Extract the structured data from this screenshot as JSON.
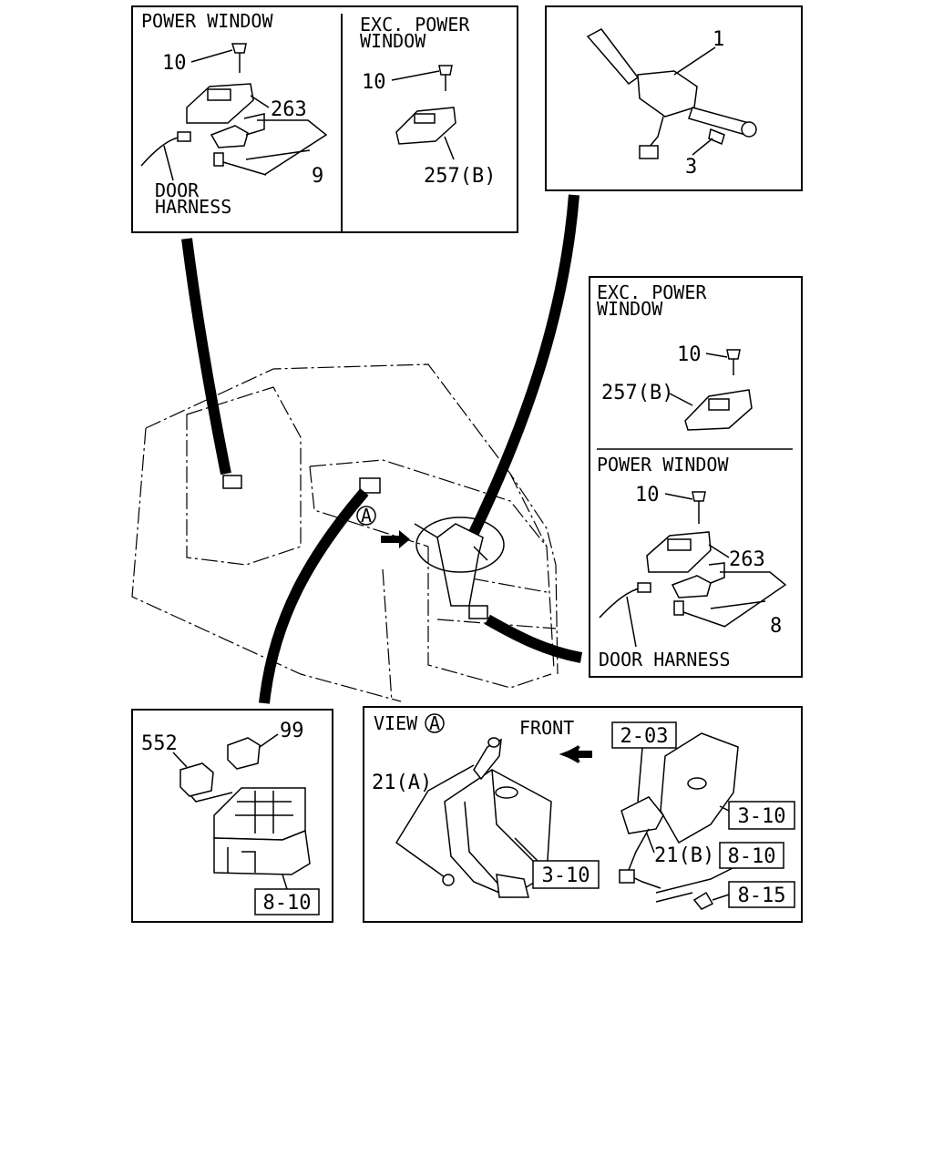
{
  "panels": {
    "top_left_power": {
      "title": "POWER WINDOW",
      "part_10": "10",
      "part_263": "263",
      "part_9": "9",
      "harness_line1": "DOOR",
      "harness_line2": "HARNESS"
    },
    "top_left_exc": {
      "title_line1": "EXC. POWER",
      "title_line2": "WINDOW",
      "part_10": "10",
      "part_257b": "257(B)"
    },
    "top_right_switch": {
      "part_1": "1",
      "part_3": "3"
    },
    "right_exc": {
      "title_line1": "EXC. POWER",
      "title_line2": "WINDOW",
      "part_10": "10",
      "part_257b": "257(B)"
    },
    "right_power": {
      "title": "POWER WINDOW",
      "part_10": "10",
      "part_263": "263",
      "part_8": "8",
      "harness": "DOOR HARNESS"
    },
    "bottom_left_relay": {
      "part_552": "552",
      "part_99": "99",
      "ref_8_10": "8-10"
    },
    "bottom_right_view": {
      "view_label": "VIEW",
      "view_marker": "A",
      "front_label": "FRONT",
      "part_21a": "21(A)",
      "part_21b": "21(B)",
      "ref_2_03": "2-03",
      "ref_3_10_right": "3-10",
      "ref_3_10_center": "3-10",
      "ref_8_10": "8-10",
      "ref_8_15": "8-15"
    }
  },
  "main_view": {
    "view_marker": "A"
  }
}
